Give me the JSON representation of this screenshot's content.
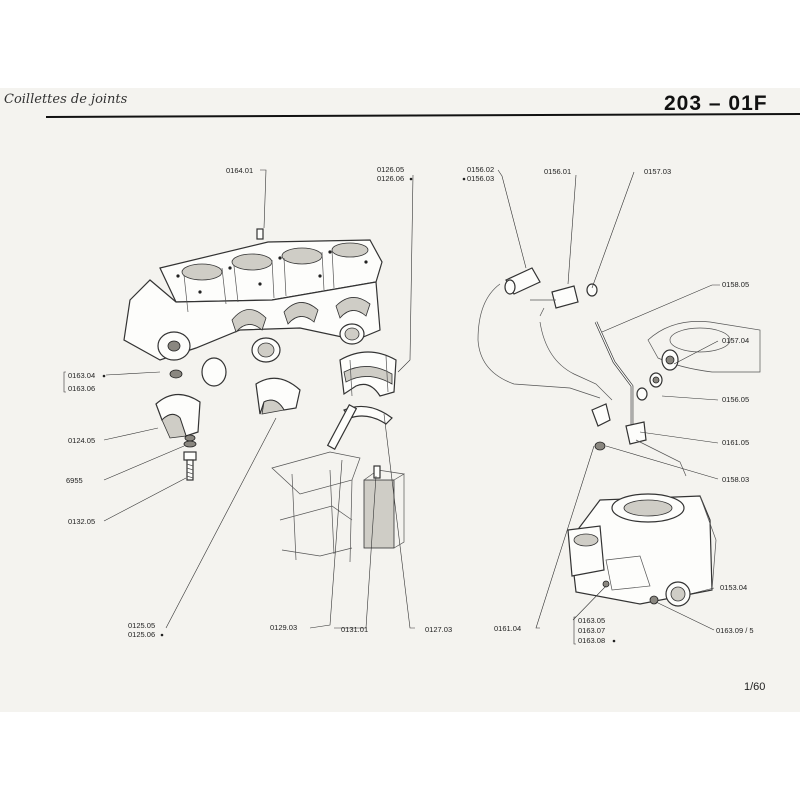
{
  "header": {
    "handwritten_note": "Coillettes de joints",
    "reference": "203 – 01F",
    "page": "1/60"
  },
  "callouts": {
    "c0164_01": "0164.01",
    "c0126_05": "0126.05",
    "c0126_06": "0126.06",
    "c0156_02": "0156.02",
    "c0156_03": "0156.03",
    "c0156_01": "0156.01",
    "c0157_03": "0157.03",
    "c0158_05": "0158.05",
    "c0157_04": "0157.04",
    "c0156_05": "0156.05",
    "c0161_05": "0161.05",
    "c0158_03": "0158.03",
    "c0163_04": "0163.04",
    "c0163_06": "0163.06",
    "c0124_05": "0124.05",
    "c6955": "6955",
    "c0132_05": "0132.05",
    "c0125_05": "0125.05",
    "c0125_06": "0125.06",
    "c0129_03": "0129.03",
    "c0131_01": "0131.01",
    "c0127_03": "0127.03",
    "c0161_04": "0161.04",
    "c0163_05": "0163.05",
    "c0163_07": "0163.07",
    "c0163_08": "0163.08",
    "c0153_04": "0153.04",
    "c0163_09": "0163.09 / 5"
  }
}
